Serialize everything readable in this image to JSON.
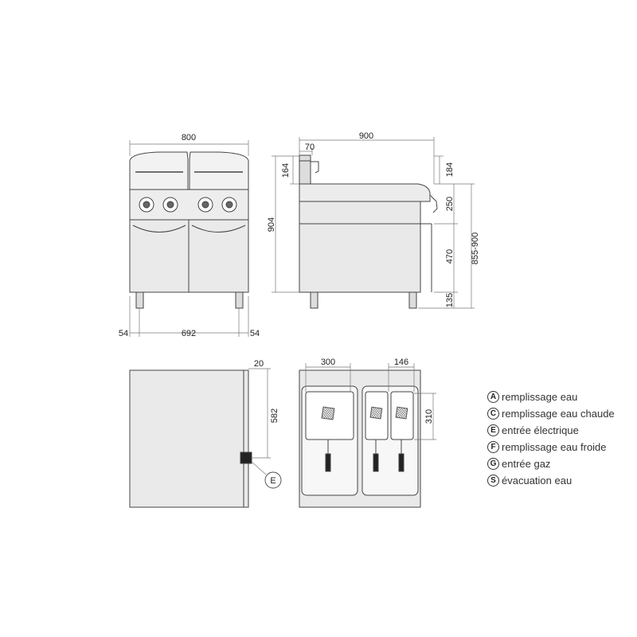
{
  "front_view": {
    "width_label": "800",
    "height_label": "904",
    "leg_left_label": "54",
    "inner_label": "692",
    "leg_right_label": "54"
  },
  "side_view": {
    "depth_label": "900",
    "back_label": "70",
    "top_left_label": "164",
    "top_right_label": "184",
    "panel_label": "250",
    "body_label": "470",
    "range_label": "855-900",
    "leg_label": "135"
  },
  "back_view": {
    "offset_label": "20",
    "height_label": "582",
    "marker_letter": "E"
  },
  "top_view": {
    "left_tank_label": "300",
    "right_tank_label": "146",
    "depth_label": "310"
  },
  "legend": {
    "items": [
      {
        "letter": "A",
        "text": "remplissage eau"
      },
      {
        "letter": "C",
        "text": "remplissage eau chaude"
      },
      {
        "letter": "E",
        "text": "entrée électrique"
      },
      {
        "letter": "F",
        "text": "remplissage eau froide"
      },
      {
        "letter": "G",
        "text": "entrée gaz"
      },
      {
        "letter": "S",
        "text": "évacuation eau"
      }
    ]
  }
}
